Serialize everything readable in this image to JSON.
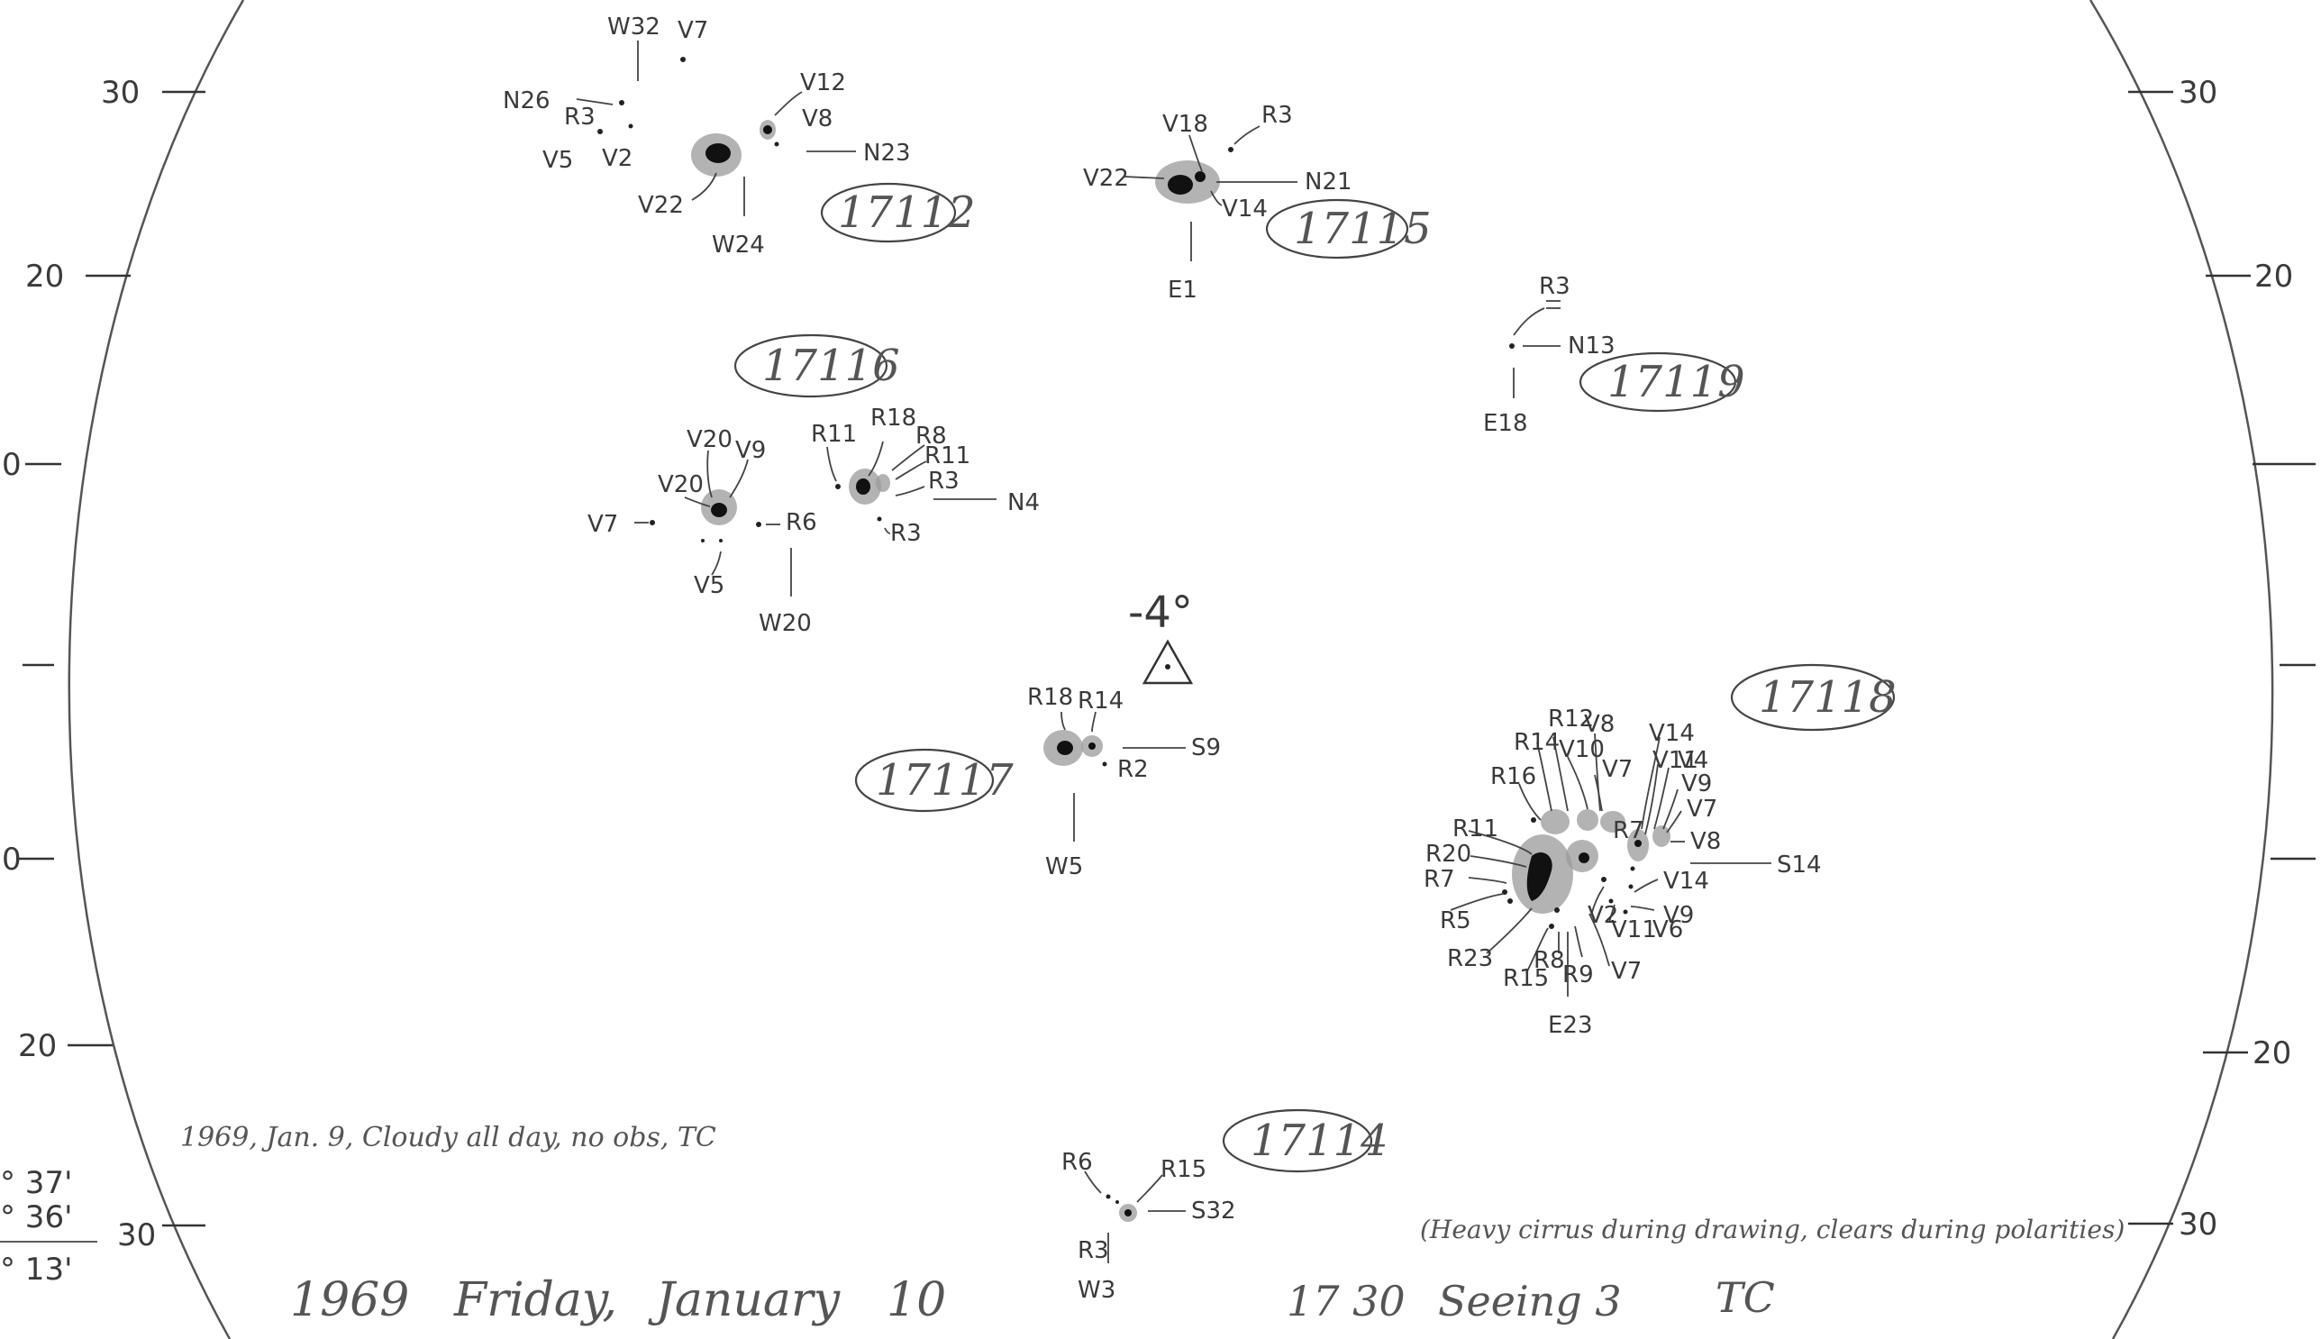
{
  "scale_left": [
    "30",
    "20",
    "0",
    "0",
    "20",
    "30"
  ],
  "scale_right": [
    "30",
    "20",
    "20",
    "30"
  ],
  "groups": {
    "g17112": {
      "number": "17112",
      "labels": [
        "W32",
        "V7",
        "N26",
        "R3",
        "V5",
        "V2",
        "V12",
        "V8",
        "N23",
        "V22",
        "W24"
      ]
    },
    "g17115": {
      "number": "17115",
      "labels": [
        "V18",
        "R3",
        "V22",
        "N21",
        "V14",
        "E1"
      ]
    },
    "g17119": {
      "number": "17119",
      "labels": [
        "R3",
        "N13",
        "E18"
      ]
    },
    "g17116": {
      "number": "17116",
      "labels": [
        "V20",
        "V9",
        "V20",
        "V7",
        "R6",
        "V5",
        "W20",
        "R11",
        "R18",
        "R8",
        "R11",
        "R3",
        "R3",
        "N4"
      ]
    },
    "g17117": {
      "number": "17117",
      "labels": [
        "R18",
        "R14",
        "S9",
        "R2",
        "W5"
      ]
    },
    "g17118": {
      "number": "17118",
      "labels": [
        "R14",
        "R12",
        "V8",
        "V14",
        "R16",
        "V10",
        "V7",
        "V11",
        "V4",
        "V9",
        "V7",
        "V8",
        "R11",
        "R7",
        "R20",
        "R7",
        "S14",
        "V14",
        "R5",
        "V9",
        "V2",
        "V11",
        "V6",
        "R23",
        "R8",
        "R9",
        "V7",
        "R15",
        "E23"
      ]
    },
    "g17114": {
      "number": "17114",
      "labels": [
        "R6",
        "R15",
        "S32",
        "R3",
        "W3"
      ]
    }
  },
  "center_mark": "-4°",
  "notes": {
    "jan9": "1969, Jan. 9, Cloudy all day, no obs, TC",
    "cirrus": "(Heavy cirrus during drawing, clears during polarities)",
    "angles": [
      "° 37'",
      "° 36'",
      "° 13'"
    ]
  },
  "footer": {
    "year": "1969",
    "day": "Friday,",
    "month": "January",
    "date": "10",
    "time": "17 30",
    "seeing": "Seeing 3",
    "observer": "TC"
  }
}
